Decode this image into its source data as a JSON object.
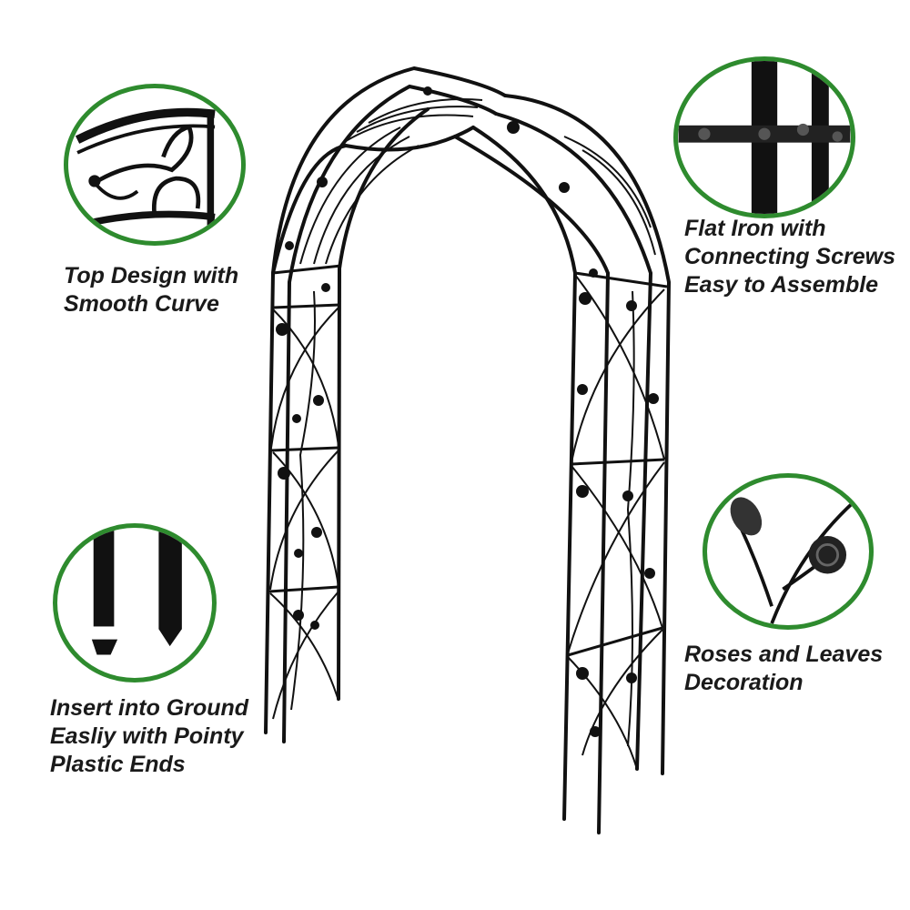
{
  "callouts": {
    "top_design": {
      "lines": [
        "Top Design with",
        "Smooth Curve"
      ],
      "icon": "arch-top-scroll"
    },
    "flat_iron": {
      "lines": [
        "Flat Iron with",
        "Connecting Screws",
        "Easy to Assemble"
      ],
      "icon": "bolted-joint"
    },
    "roses": {
      "lines": [
        "Roses and Leaves",
        "Decoration"
      ],
      "icon": "rose-leaf"
    },
    "ground": {
      "lines": [
        "Insert into Ground",
        "Easliy with Pointy",
        "Plastic Ends"
      ],
      "icon": "pointed-stake"
    }
  },
  "colors": {
    "ring": "#2e8b2e",
    "metal": "#111111",
    "text": "#1a1a1a",
    "background": "#ffffff"
  }
}
